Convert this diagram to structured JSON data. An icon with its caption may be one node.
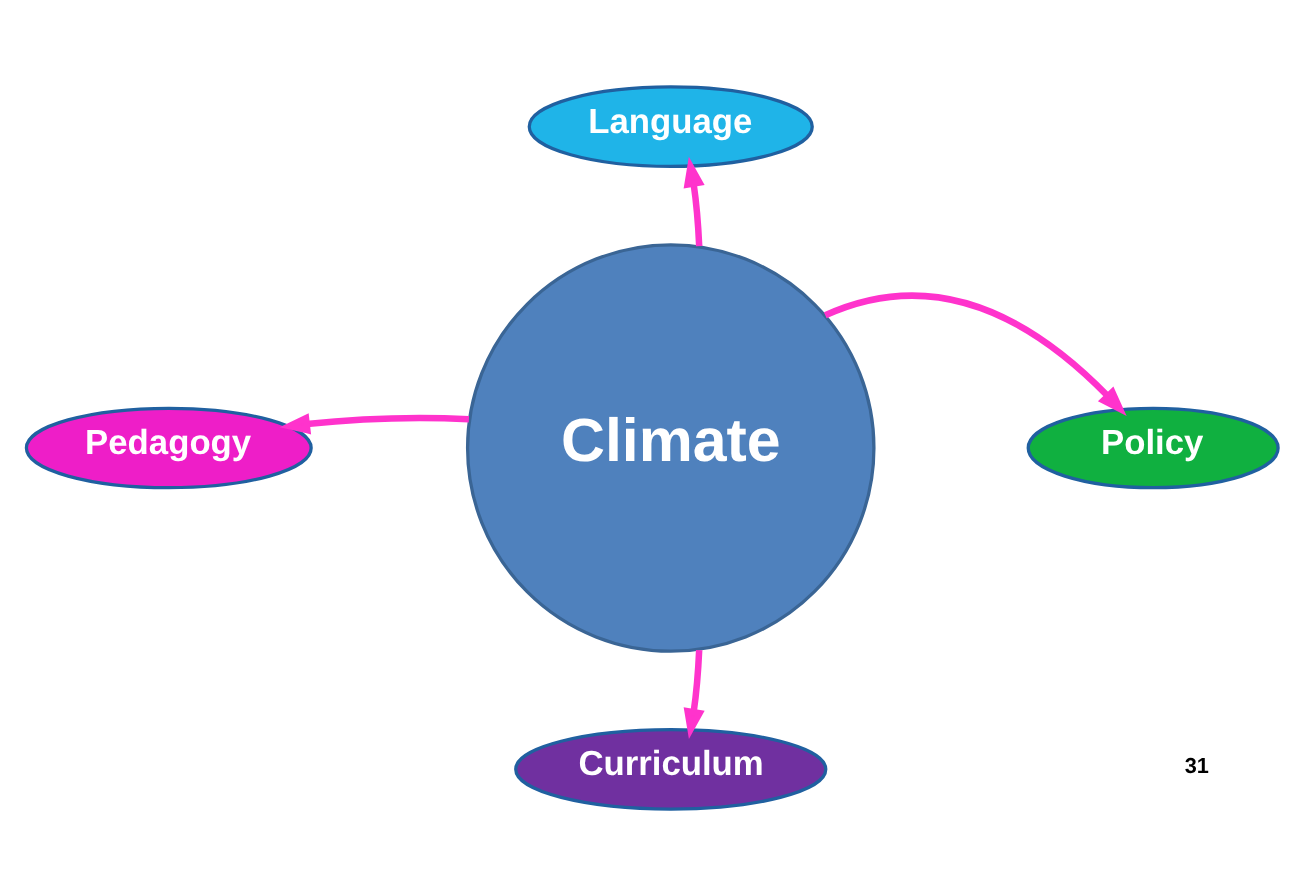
{
  "diagram": {
    "nodes": [
      {
        "text": [
          "Climate"
        ]
      },
      {
        "text": [
          "Language"
        ]
      },
      {
        "text": [
          "Pedagogy"
        ]
      },
      {
        "text": [
          "Policy"
        ]
      },
      {
        "text": [
          "Curriculum"
        ]
      }
    ],
    "edges": [
      {
        "from": 0,
        "to": 1,
        "arrow": "to"
      },
      {
        "from": 0,
        "to": 2,
        "arrow": "to"
      },
      {
        "from": 0,
        "to": 3,
        "arrow": "to"
      },
      {
        "from": 0,
        "to": 4,
        "arrow": "to"
      }
    ],
    "labels": [
      "31"
    ]
  }
}
